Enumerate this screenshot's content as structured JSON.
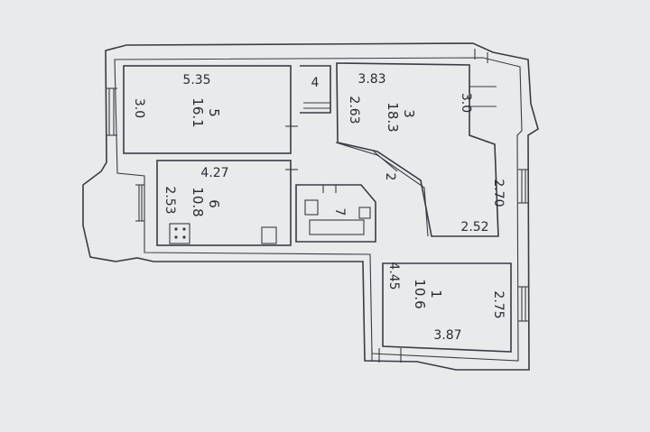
{
  "plan": {
    "rooms": [
      {
        "id": "5",
        "number": "5",
        "area": "16.1",
        "top": "5.35",
        "side": "3.0"
      },
      {
        "id": "6",
        "number": "6",
        "area": "10.8",
        "top": "4.27",
        "side": "2.53"
      },
      {
        "id": "3",
        "number": "3",
        "area": "18.3",
        "top": "3.83",
        "left": "2.63",
        "right": "3.0"
      },
      {
        "id": "1",
        "number": "1",
        "area": "10.6",
        "bottom": "3.87",
        "right": "2.75"
      },
      {
        "id": "7",
        "number": "7"
      }
    ],
    "corridor": {
      "small_width": "4",
      "diagonal": "2",
      "length": "4.45"
    },
    "misc": {
      "right_upper": "2.70",
      "right_lower": "2.52"
    }
  }
}
